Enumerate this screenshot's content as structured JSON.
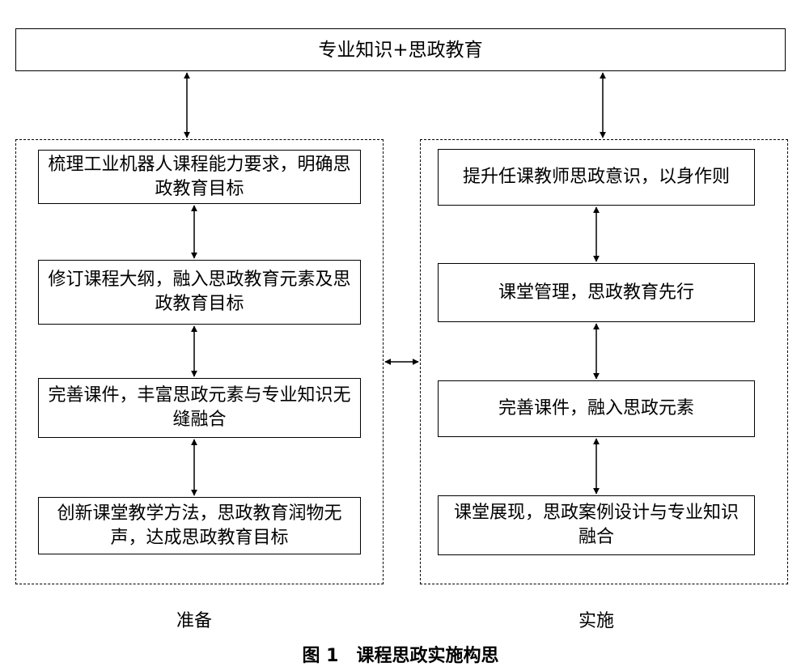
{
  "top_box": "专业知识+思政教育",
  "left_column": {
    "label": "准备",
    "steps": [
      "梳理工业机器人课程能力要求，明确思政教育目标",
      "修订课程大纲，融入思政教育元素及思政教育目标",
      "完善课件，丰富思政元素与专业知识无缝融合",
      "创新课堂教学方法，思政教育润物无声，达成思政教育目标"
    ]
  },
  "right_column": {
    "label": "实施",
    "steps": [
      "提升任课教师思政意识，以身作则",
      "课堂管理，思政教育先行",
      "完善课件，融入思政元素",
      "课堂展现，思政案例设计与专业知识融合"
    ]
  },
  "caption": "图 1　课程思政实施构思"
}
